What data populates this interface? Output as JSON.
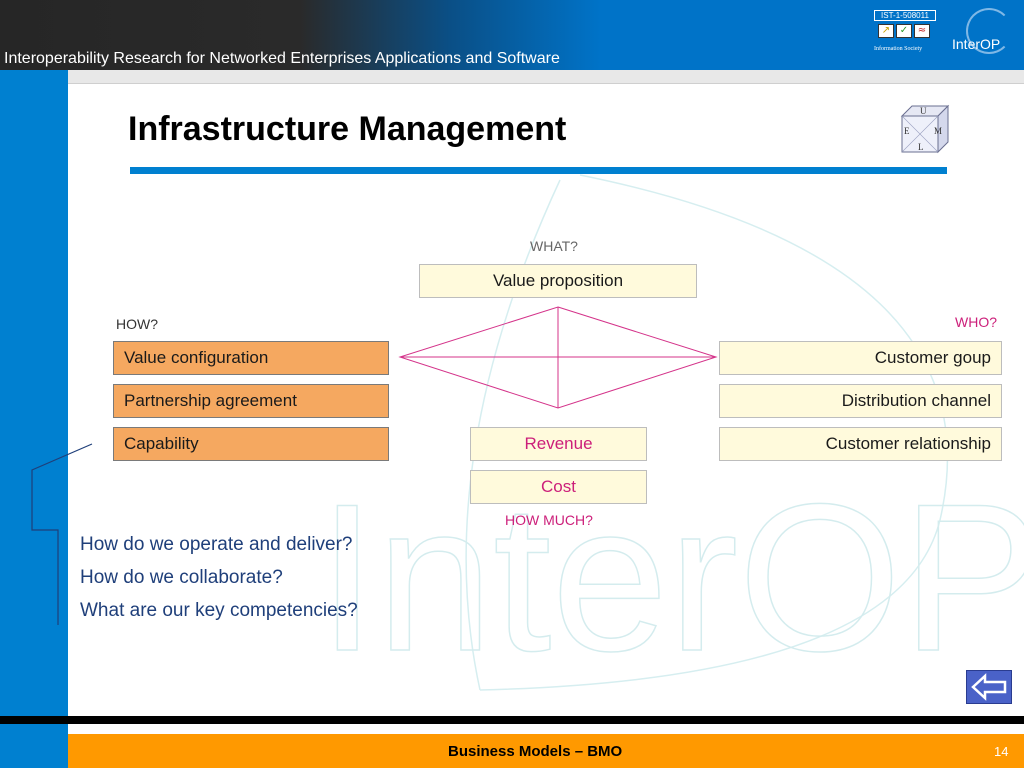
{
  "header": {
    "title": "Interoperability Research for Networked Enterprises Applications and Software",
    "ist_label": "IST-1-508011",
    "ist_sub": "Information Society",
    "logo_text": "InterOP"
  },
  "slide": {
    "title": "Infrastructure Management",
    "cube": {
      "top": "U",
      "left": "E",
      "right": "M",
      "bottom": "L"
    }
  },
  "diagram": {
    "what_label": "WHAT?",
    "how_label": "HOW?",
    "who_label": "WHO?",
    "how_much_label": "HOW MUCH?",
    "value_proposition": "Value proposition",
    "left_boxes": [
      "Value configuration",
      "Partnership agreement",
      "Capability"
    ],
    "right_boxes": [
      "Customer goup",
      "Distribution channel",
      "Customer relationship"
    ],
    "revenue": "Revenue",
    "cost": "Cost"
  },
  "questions": [
    "How do we operate and deliver?",
    "How do we collaborate?",
    "What are our key competencies?"
  ],
  "watermark": "InterOP",
  "footer": {
    "text": "Business Models – BMO",
    "page": "14"
  },
  "colors": {
    "accent_blue": "#0080d0",
    "orange_box": "#f5a860",
    "cream_box": "#fffadc",
    "pink": "#cc1f7a",
    "footer_orange": "#ff9900",
    "question_blue": "#1f3f7a"
  },
  "icons": {
    "back_button": "back-arrow-icon"
  }
}
